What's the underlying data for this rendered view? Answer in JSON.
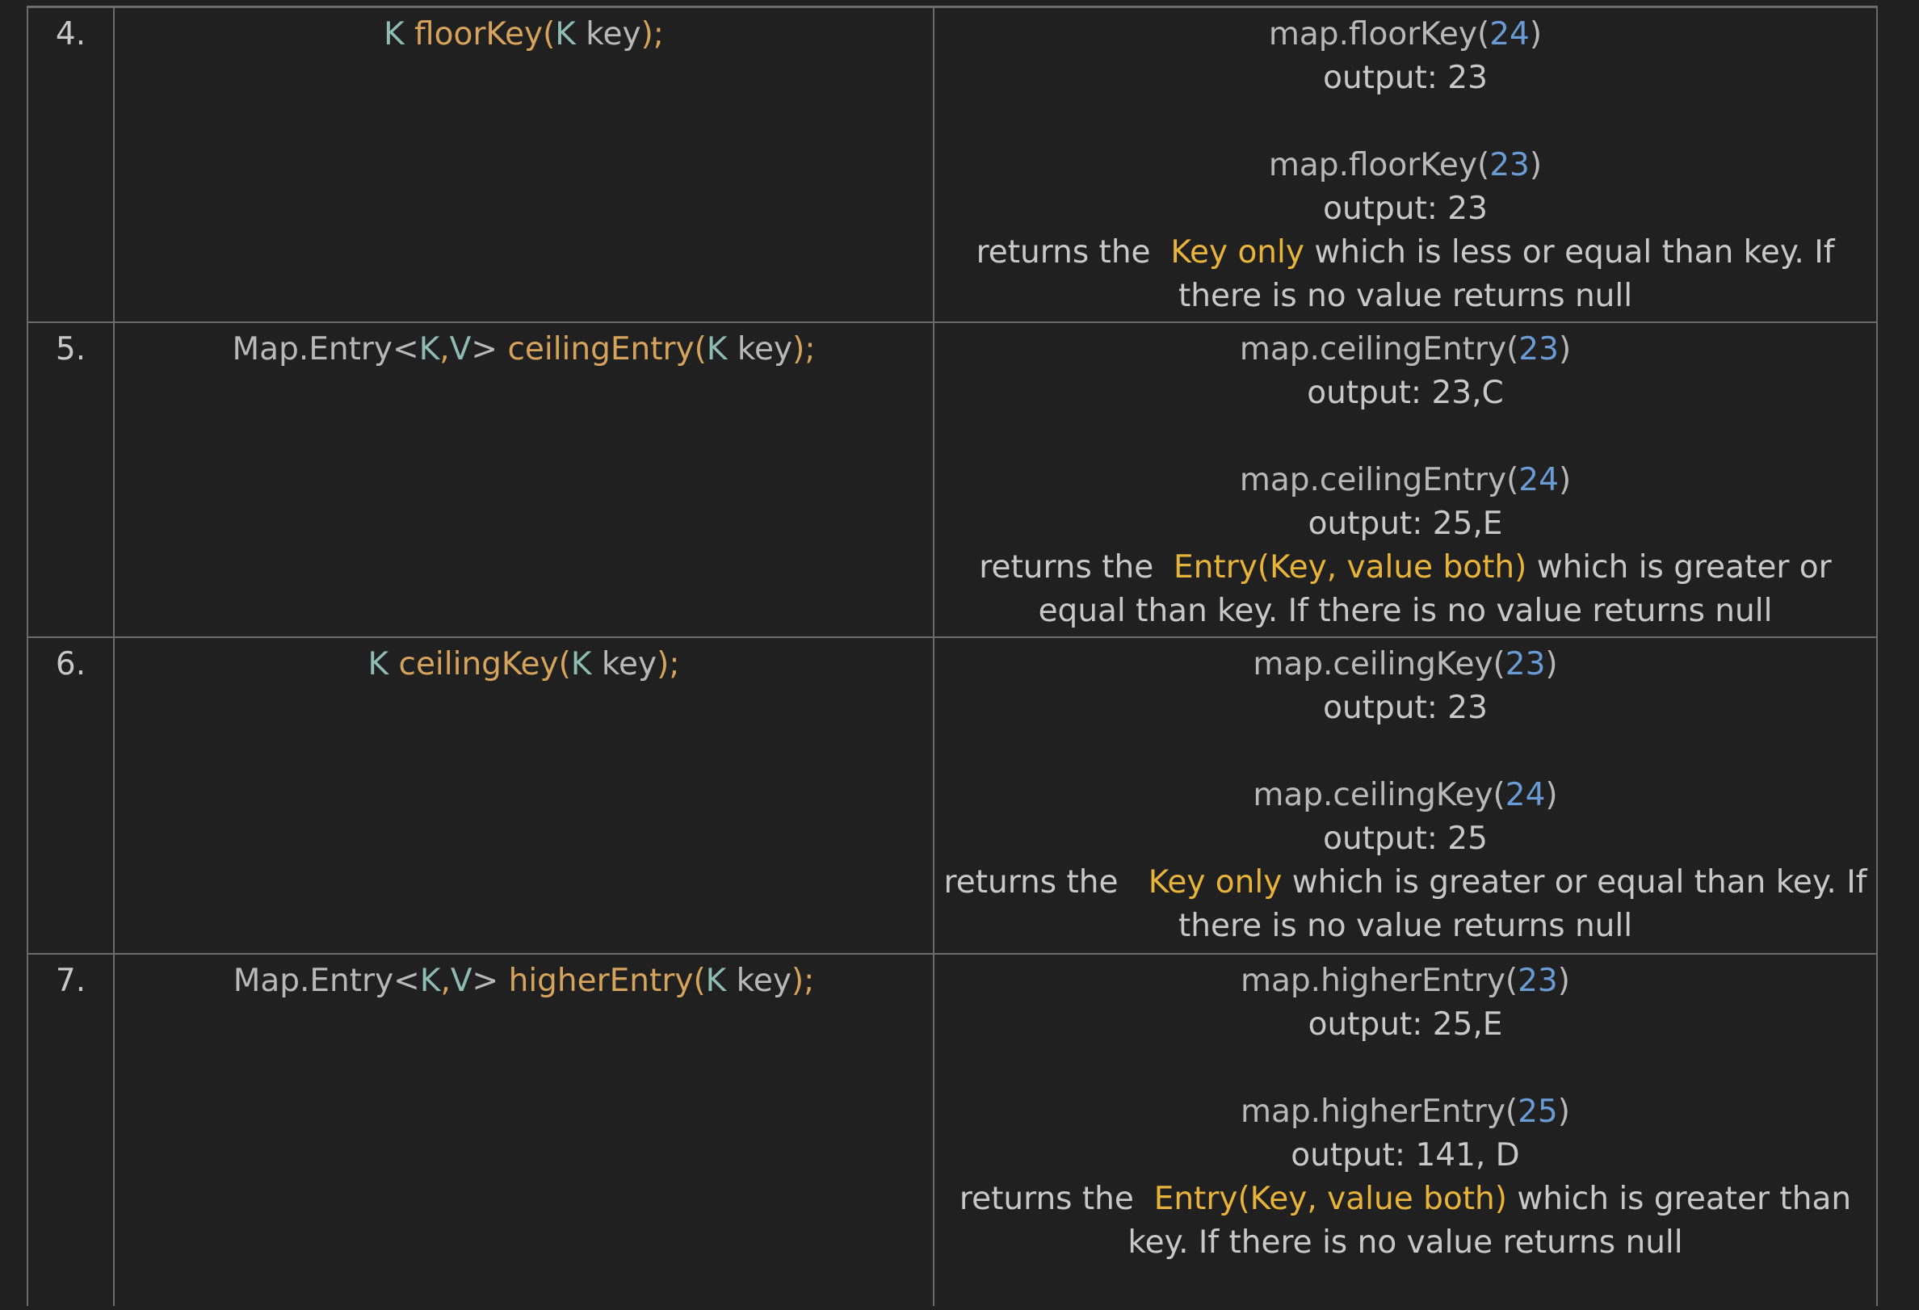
{
  "rows": [
    {
      "num": "4.",
      "sig": {
        "ret_type": "K",
        "method": "floorKey",
        "param_type": "K",
        "param_name": "key"
      },
      "examples": [
        {
          "prefix": "map.floorKey(",
          "arg": "24",
          "suffix": ")",
          "output": "output: 23"
        },
        {
          "prefix": "map.floorKey(",
          "arg": "23",
          "suffix": ")",
          "output": "output: 23"
        }
      ],
      "desc_pre": "returns the  ",
      "desc_hl": "Key only",
      "desc_post": " which is less  or equal than key. If there is no value returns null"
    },
    {
      "num": "5.",
      "sig": {
        "ret_prefix": "Map.Entry<",
        "t1": "K",
        "comma": ",",
        "t2": "V",
        "ret_suffix": "> ",
        "method": "ceilingEntry",
        "param_type": "K",
        "param_name": "key"
      },
      "examples": [
        {
          "prefix": "map.ceilingEntry(",
          "arg": "23",
          "suffix": ")",
          "output": "output: 23,C"
        },
        {
          "prefix": "map.ceilingEntry(",
          "arg": "24",
          "suffix": ")",
          "output": "output: 25,E"
        }
      ],
      "desc_pre": "returns the  ",
      "desc_hl": "Entry(Key, value both)",
      "desc_post": " which is greater or equal than key. If there is no value returns null"
    },
    {
      "num": "6.",
      "sig": {
        "ret_type": "K",
        "method": "ceilingKey",
        "param_type": "K",
        "param_name": "key"
      },
      "examples": [
        {
          "prefix": "map.ceilingKey(",
          "arg": "23",
          "suffix": ")",
          "output": "output: 23"
        },
        {
          "prefix": "map.ceilingKey(",
          "arg": "24",
          "suffix": ")",
          "output": "output: 25"
        }
      ],
      "desc_pre": "returns the   ",
      "desc_hl": "Key only",
      "desc_post": " which is greater or equal than key. If there is no value returns null"
    },
    {
      "num": "7.",
      "sig": {
        "ret_prefix": "Map.Entry<",
        "t1": "K",
        "comma": ",",
        "t2": "V",
        "ret_suffix": "> ",
        "method": "higherEntry",
        "param_type": "K",
        "param_name": "key"
      },
      "examples": [
        {
          "prefix": "map.higherEntry(",
          "arg": "23",
          "suffix": ")",
          "output": "output: 25,E"
        },
        {
          "prefix": "map.higherEntry(",
          "arg": "25",
          "suffix": ")",
          "output": "output: 141, D"
        }
      ],
      "desc_pre": "returns the  ",
      "desc_hl": "Entry(Key, value both)",
      "desc_post": " which is greater than key. If there is no value returns null"
    }
  ]
}
